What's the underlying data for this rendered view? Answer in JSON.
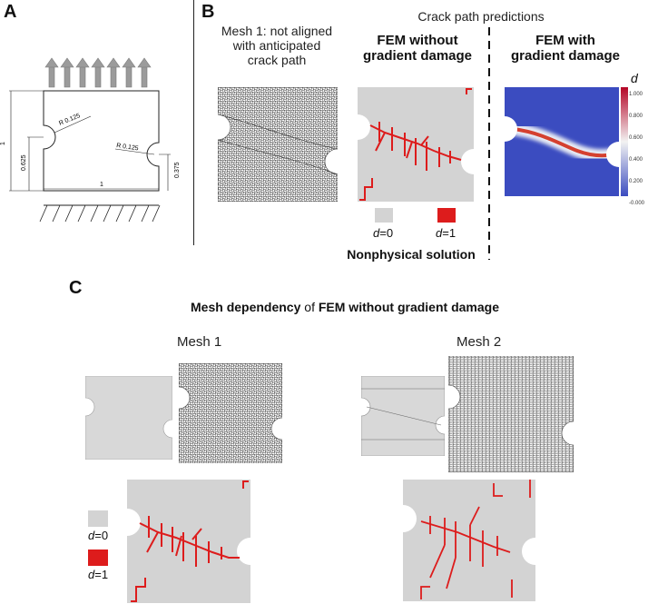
{
  "panels": {
    "a": {
      "letter": "A",
      "dims": {
        "radius_1": "R 0.125",
        "radius_2": "R 0.125",
        "width": "1",
        "height": "1",
        "left_notch_height": "0.625",
        "right_notch_height": "0.375"
      }
    },
    "b": {
      "letter": "B",
      "header": "Crack path predictions",
      "mesh1_title": "Mesh 1: not aligned with anticipated crack path",
      "mesh1_lines": [
        "Mesh 1: not aligned",
        "with anticipated",
        "crack path"
      ],
      "fem_without_lines": [
        "FEM without",
        "gradient damage"
      ],
      "fem_with_lines": [
        "FEM with",
        "gradient damage"
      ],
      "legend": {
        "d0_var": "d",
        "d0_val": "=0",
        "d1_var": "d",
        "d1_val": "=1"
      },
      "nonphysical": "Nonphysical solution",
      "colorbar": {
        "label": "d",
        "ticks": [
          "1.000",
          "0.800",
          "0.600",
          "0.400",
          "0.200",
          "-0.000"
        ],
        "colors": {
          "low": "#3b4cc0",
          "mid": "#f2f2f2",
          "high": "#b40426"
        }
      }
    },
    "c": {
      "letter": "C",
      "title_bold_1": "Mesh dependency",
      "title_plain": " of ",
      "title_bold_2": "FEM without gradient damage",
      "mesh1_label": "Mesh 1",
      "mesh2_label": "Mesh 2",
      "legend": {
        "d0_var": "d",
        "d0_val": "=0",
        "d1_var": "d",
        "d1_val": "=1"
      }
    }
  },
  "colors": {
    "damage": "#dd1c1c",
    "undamaged": "#d3d3d3",
    "arrow": "#999999",
    "line": "#222222"
  }
}
